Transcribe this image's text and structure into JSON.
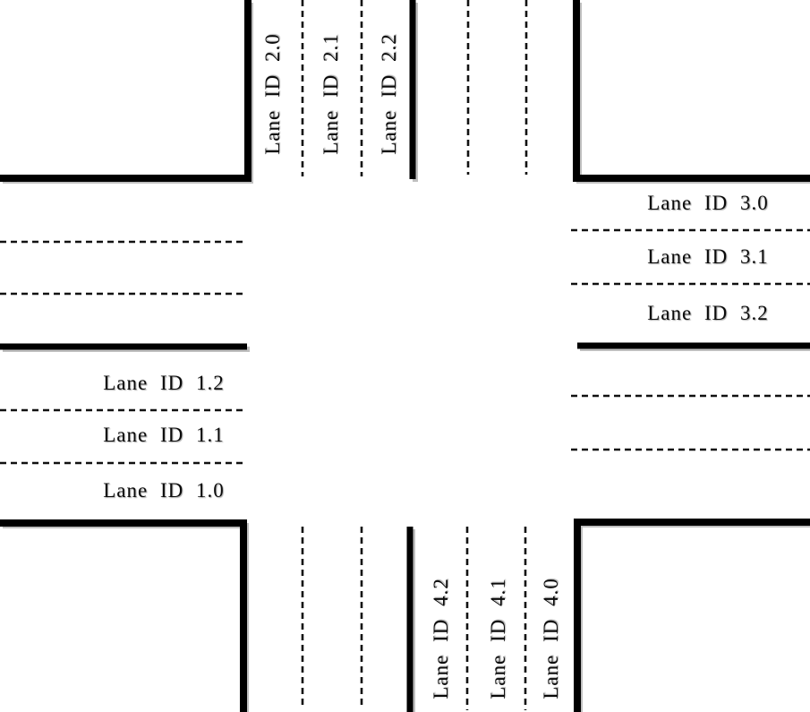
{
  "colors": {
    "line": "#000000",
    "line_shadow": "#bfbfbf",
    "background": "#ffffff",
    "text": "#0b0b0b"
  },
  "approaches": {
    "west": {
      "labels": [
        "Lane ID 1.2",
        "Lane ID 1.1",
        "Lane ID 1.0"
      ]
    },
    "north": {
      "labels": [
        "Lane ID 2.0",
        "Lane ID 2.1",
        "Lane ID 2.2"
      ]
    },
    "east": {
      "labels": [
        "Lane ID 3.0",
        "Lane ID 3.1",
        "Lane ID 3.2"
      ]
    },
    "south": {
      "labels": [
        "Lane ID 4.2",
        "Lane ID 4.1",
        "Lane ID 4.0"
      ]
    }
  }
}
